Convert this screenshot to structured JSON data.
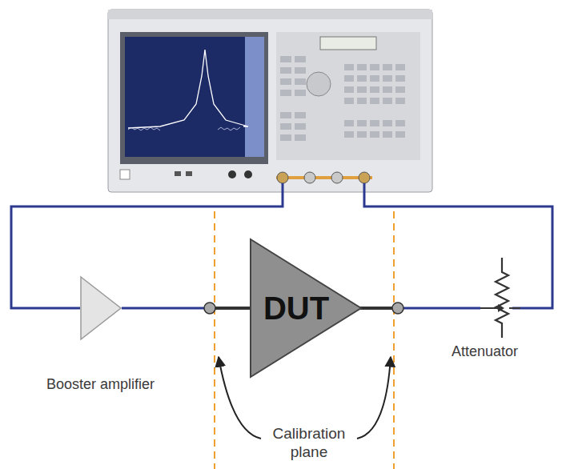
{
  "diagram": {
    "nodes": [
      {
        "text": [
          "Booster amplifier"
        ]
      },
      {
        "text": [
          "DUT"
        ]
      },
      {
        "text": [
          "Attenuator"
        ]
      }
    ],
    "edges": [
      {
        "from": 0,
        "to": 1,
        "arrow": "none"
      },
      {
        "from": 1,
        "to": 2,
        "arrow": "none"
      }
    ],
    "labels": [
      "Calibration plane"
    ]
  }
}
